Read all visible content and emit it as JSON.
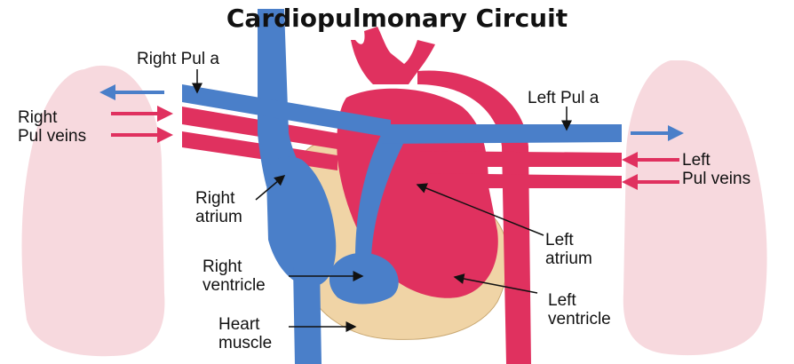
{
  "title": "Cardiopulmonary Circuit",
  "labels": {
    "right_pul_a": "Right Pul a",
    "right_pul_veins_1": "Right",
    "right_pul_veins_2": "Pul veins",
    "left_pul_a": "Left Pul a",
    "left_pul_veins_1": "Left",
    "left_pul_veins_2": "Pul veins",
    "right_atrium_1": "Right",
    "right_atrium_2": "atrium",
    "left_atrium_1": "Left",
    "left_atrium_2": "atrium",
    "right_ventricle_1": "Right",
    "right_ventricle_2": "ventricle",
    "left_ventricle_1": "Left",
    "left_ventricle_2": "ventricle",
    "heart_muscle_1": "Heart",
    "heart_muscle_2": "muscle"
  },
  "colors": {
    "deoxygenated": "#4a7fc9",
    "oxygenated": "#e0315f",
    "heart_muscle": "#f0d4a6",
    "lung": "#f6d2d8"
  }
}
